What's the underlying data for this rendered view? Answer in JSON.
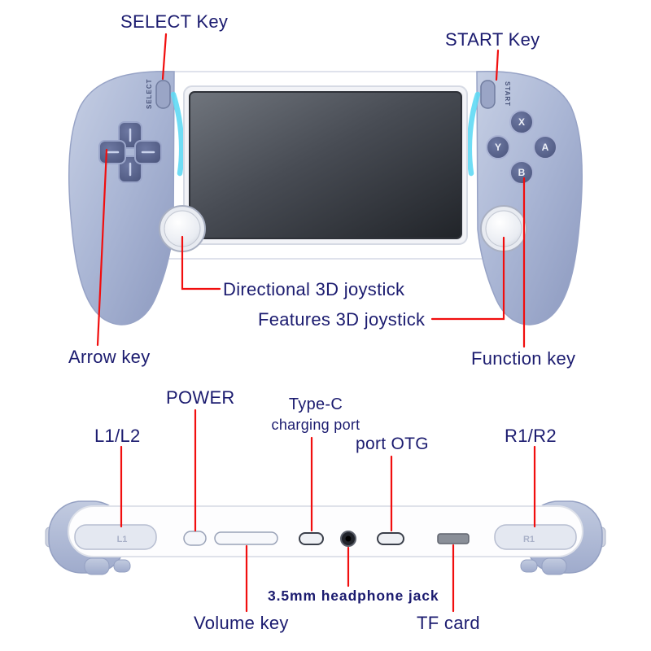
{
  "front": {
    "labels": {
      "select_key": "SELECT Key",
      "start_key": "START Key",
      "directional_joystick": "Directional 3D joystick",
      "features_joystick": "Features 3D joystick",
      "arrow_key": "Arrow key",
      "function_key": "Function key"
    },
    "console": {
      "select_button": "SELECT",
      "start_button": "START",
      "button_x": "X",
      "button_y": "Y",
      "button_a": "A",
      "button_b": "B"
    }
  },
  "bottom": {
    "labels": {
      "l1_l2": "L1/L2",
      "power": "POWER",
      "type_c_line1": "Type-C",
      "type_c_line2": "charging port",
      "port_otg": "port OTG",
      "r1_r2": "R1/R2",
      "headphone_jack": "3.5mm headphone jack",
      "volume_key": "Volume key",
      "tf_card": "TF card"
    },
    "console": {
      "l1": "L1",
      "r1": "R1"
    }
  },
  "colors": {
    "label_text": "#1b1b6f",
    "connector_line": "#f10e0e",
    "grip": "#a9b5d4",
    "accent_glow": "#5fd9f4",
    "screen_dark": "#23262c"
  }
}
